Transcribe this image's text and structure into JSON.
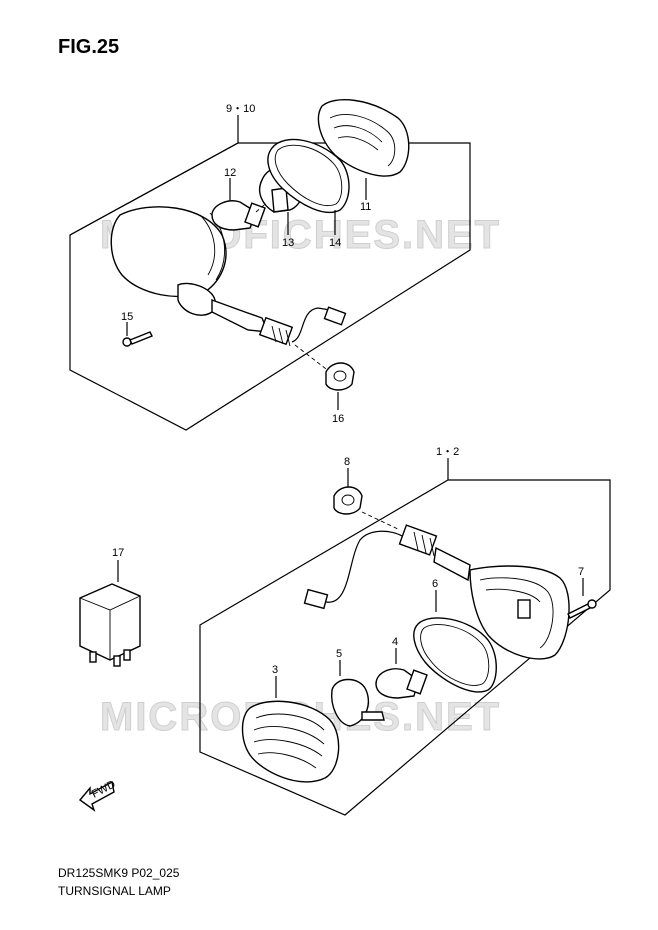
{
  "figure": {
    "title": "FIG.25",
    "model_code": "DR125SMK9 P02_025",
    "name": "TURNSIGNAL LAMP"
  },
  "watermark": "MICROFICHES.NET",
  "fwd_label": "FWD",
  "parts": [
    {
      "id": "9-10",
      "label": "9・10"
    },
    {
      "id": "12",
      "label": "12"
    },
    {
      "id": "13",
      "label": "13"
    },
    {
      "id": "14",
      "label": "14"
    },
    {
      "id": "11",
      "label": "11"
    },
    {
      "id": "15",
      "label": "15"
    },
    {
      "id": "16",
      "label": "16"
    },
    {
      "id": "8",
      "label": "8"
    },
    {
      "id": "1-2",
      "label": "1・2"
    },
    {
      "id": "17",
      "label": "17"
    },
    {
      "id": "7",
      "label": "7"
    },
    {
      "id": "6",
      "label": "6"
    },
    {
      "id": "4",
      "label": "4"
    },
    {
      "id": "5",
      "label": "5"
    },
    {
      "id": "3",
      "label": "3"
    }
  ]
}
